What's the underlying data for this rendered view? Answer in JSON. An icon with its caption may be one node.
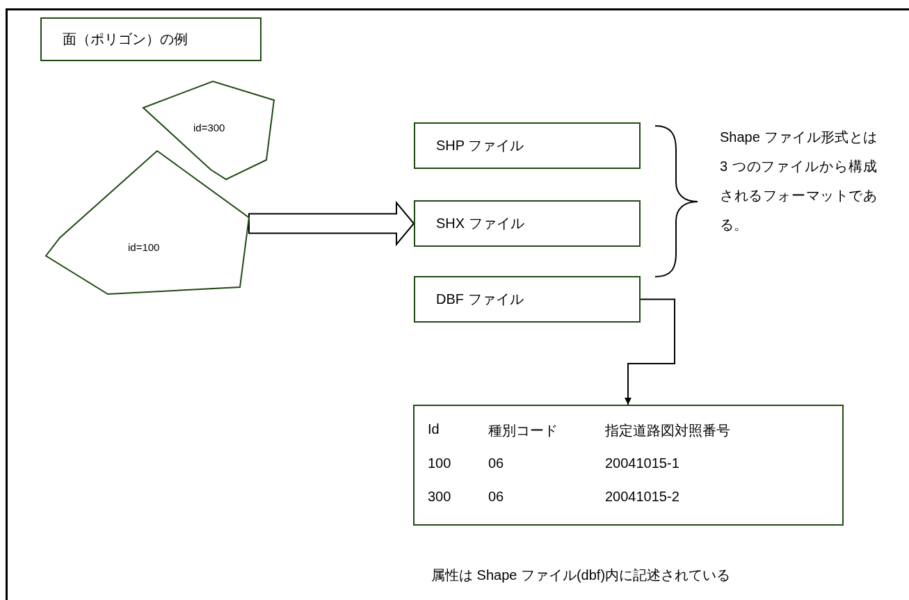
{
  "diagram": {
    "nodes": [
      {
        "text": [
          "面（ポリゴン）の例"
        ]
      },
      {
        "text": [
          "id=300"
        ]
      },
      {
        "text": [
          "id=100"
        ]
      },
      {
        "text": [
          "SHP ファイル"
        ]
      },
      {
        "text": [
          "SHX ファイル"
        ]
      },
      {
        "text": [
          "DBF ファイル"
        ]
      },
      {
        "text": [
          "Id",
          "種別コード",
          "指定道路図対照番号",
          "100",
          "06",
          "20041015-1",
          "300",
          "06",
          "20041015-2"
        ]
      }
    ],
    "edges": [
      {
        "from": 2,
        "to": 4,
        "arrow": "to",
        "style": "thick"
      },
      {
        "from": 5,
        "to": 6,
        "arrow": "to"
      }
    ],
    "labels": [
      "Shape ファイル形式とは 3 つのファイルから構成されるフォーマットである。",
      "属性は Shape ファイル(dbf)内に記述されている"
    ]
  }
}
